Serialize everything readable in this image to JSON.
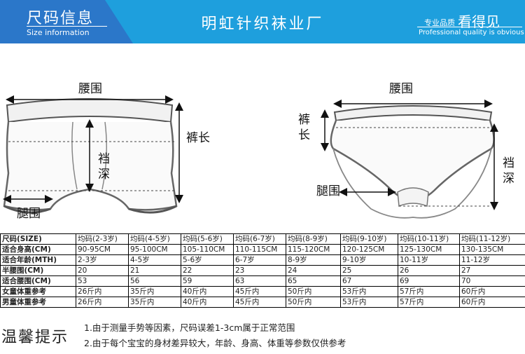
{
  "header": {
    "title_cn": "尺码信息",
    "title_en": "Size information",
    "company": "明虹针织袜业厂",
    "slogan_small": "专业品质",
    "slogan_big": "看得见",
    "slogan_en": "Professional quality is obvious"
  },
  "diagram_boxer": {
    "waist": "腰围",
    "length": "裤长",
    "crotch_1": "裆",
    "crotch_2": "深",
    "leg": "腿围"
  },
  "diagram_brief": {
    "waist": "腰围",
    "length_1": "裤",
    "length_2": "长",
    "crotch_1": "裆",
    "crotch_2": "深",
    "leg": "腿围"
  },
  "size_table": {
    "header_label": "尺码(SIZE)",
    "columns": [
      "均码(2-3岁)",
      "均码(4-5岁)",
      "均码(5-6岁)",
      "均码(6-7岁)",
      "均码(8-9岁)",
      "均码(9-10岁)",
      "均码(10-11岁)",
      "均码(11-12岁)"
    ],
    "rows": [
      {
        "label": "适合身高(CM)",
        "cells": [
          "90-95CM",
          "95-100CM",
          "105-110CM",
          "110-115CM",
          "115-120CM",
          "120-125CM",
          "125-130CM",
          "130-135CM"
        ]
      },
      {
        "label": "适合年龄(MTH)",
        "cells": [
          "2-3岁",
          "4-5岁",
          "5-6岁",
          "6-7岁",
          "8-9岁",
          "9-10岁",
          "10-11岁",
          "11-12岁"
        ]
      },
      {
        "label": "半腰围(CM)",
        "cells": [
          "20",
          "21",
          "22",
          "23",
          "24",
          "25",
          "26",
          "27"
        ]
      },
      {
        "label": "适合腰围(CM)",
        "cells": [
          "53",
          "56",
          "59",
          "63",
          "65",
          "67",
          "69",
          "70"
        ]
      },
      {
        "label": "女童体重参考",
        "cells": [
          "26斤内",
          "35斤内",
          "40斤内",
          "45斤内",
          "50斤内",
          "53斤内",
          "57斤内",
          "60斤内"
        ]
      },
      {
        "label": "男童体重参考",
        "cells": [
          "26斤内",
          "35斤内",
          "40斤内",
          "45斤内",
          "50斤内",
          "53斤内",
          "57斤内",
          "60斤内"
        ]
      }
    ]
  },
  "tips": {
    "title": "温馨提示",
    "notes": [
      "1.由于测量手势等因素，尺码误差1-3cm属于正常范围",
      "2.由于每个宝宝的身材差异较大，年龄、身高、体重等参数仅供参考"
    ]
  }
}
